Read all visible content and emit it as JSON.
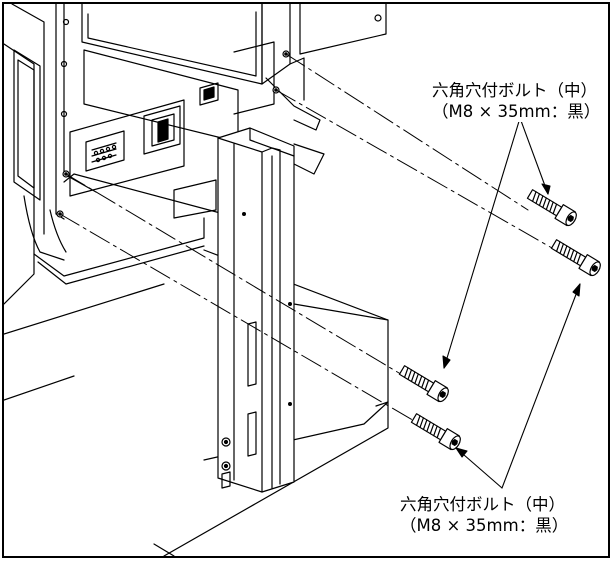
{
  "labels": {
    "top": {
      "name": "六角穴付ボルト（中）",
      "spec": "（M8 × 35mm：黒）"
    },
    "bottom": {
      "name": "六角穴付ボルト（中）",
      "spec": "（M8 × 35mm：黒）"
    }
  },
  "colors": {
    "line": "#000000",
    "background": "#ffffff"
  }
}
